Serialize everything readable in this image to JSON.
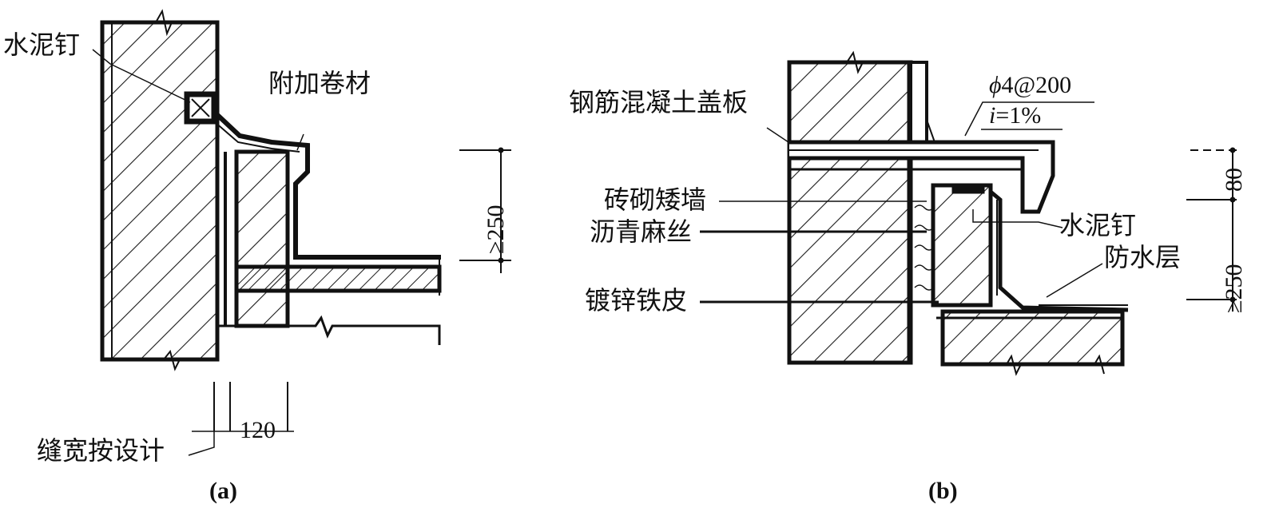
{
  "figure_a": {
    "caption": "(a)",
    "labels": {
      "cement_nail": "水泥钉",
      "additional_membrane": "附加卷材",
      "gap_width": "缝宽按设计"
    },
    "dimensions": {
      "height": "≥250",
      "width": "120"
    }
  },
  "figure_b": {
    "caption": "(b)",
    "labels": {
      "rc_cover_slab": "钢筋混凝土盖板",
      "brick_low_wall": "砖砌矮墙",
      "asphalt_hemp": "沥青麻丝",
      "galvanized_sheet": "镀锌铁皮",
      "cement_nail": "水泥钉",
      "waterproof_layer": "防水层"
    },
    "rebar": {
      "symbol": "ϕ",
      "spec": "4@200"
    },
    "slope": {
      "var": "i",
      "value": "=1%"
    },
    "dimensions": {
      "height": "≥250",
      "top": "80"
    }
  }
}
